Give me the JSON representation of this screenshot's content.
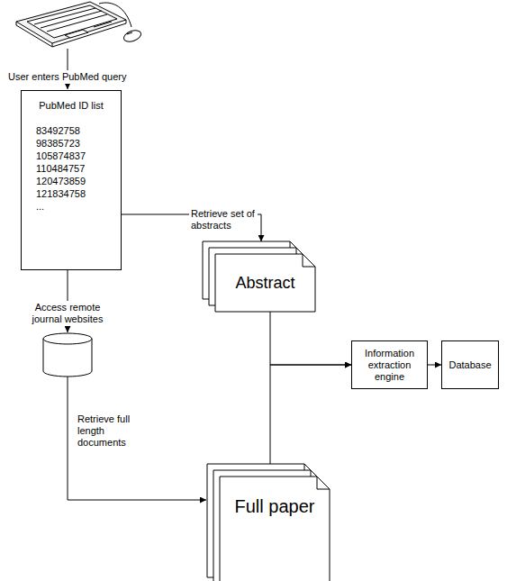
{
  "diagram": {
    "nodes": [
      {
        "text": [
          "PubMed ID list",
          "83492758 98385723 105874837 110484757 120473859 121834758 ..."
        ]
      },
      {
        "text": [
          "Abstract"
        ]
      },
      {
        "text": [
          "Information extraction engine"
        ]
      },
      {
        "text": [
          "Database"
        ]
      },
      {
        "text": [
          "Full paper"
        ]
      }
    ],
    "edges": [
      {
        "from": 0,
        "to": 1,
        "label": "Retrieve set of abstracts",
        "arrow": "to"
      },
      {
        "from": 1,
        "to": 2,
        "arrow": "to"
      },
      {
        "from": 4,
        "to": 2,
        "arrow": "to"
      },
      {
        "from": 2,
        "to": 3,
        "arrow": "to"
      }
    ],
    "labels": [
      "User enters PubMed query",
      "Access remote journal websites",
      "Retrieve full length documents"
    ]
  }
}
